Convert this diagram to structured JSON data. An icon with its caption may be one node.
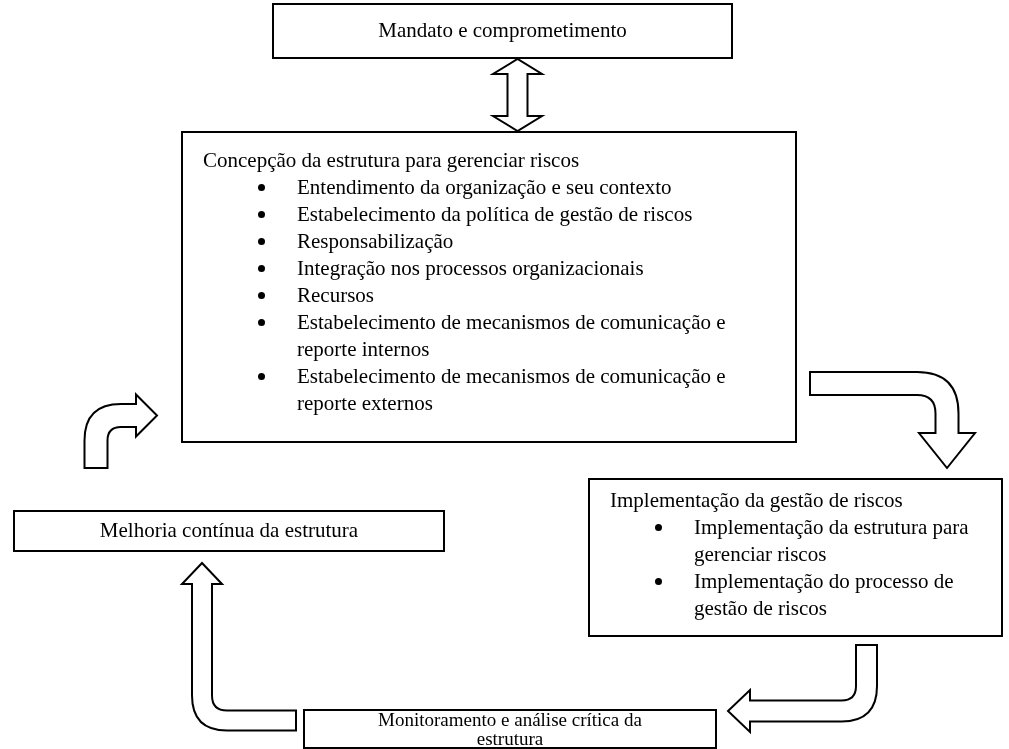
{
  "diagram": {
    "nodes": [
      {
        "text": [
          "Mandato e comprometimento"
        ]
      },
      {
        "text": [
          "Concepção da estrutura para gerenciar riscos",
          "Entendimento da organização e seu contexto",
          "Estabelecimento da política de gestão de riscos",
          "Responsabilização",
          "Integração nos processos organizacionais",
          "Recursos",
          "Estabelecimento de mecanismos de comunicação e reporte internos",
          "Estabelecimento de mecanismos de comunicação e reporte externos"
        ]
      },
      {
        "text": [
          "Implementação da gestão de riscos",
          "Implementação da estrutura para gerenciar riscos",
          "Implementação do processo de gestão de riscos"
        ]
      },
      {
        "text": [
          "Monitoramento e análise crítica da estrutura"
        ]
      },
      {
        "text": [
          "Melhoria contínua da estrutura"
        ]
      }
    ],
    "edges": [
      {
        "from": 0,
        "to": 1,
        "arrow": "both"
      },
      {
        "from": 1,
        "to": 2,
        "arrow": "to"
      },
      {
        "from": 2,
        "to": 3,
        "arrow": "to"
      },
      {
        "from": 3,
        "to": 4,
        "arrow": "to"
      },
      {
        "from": 4,
        "to": 1,
        "arrow": "to"
      }
    ]
  }
}
